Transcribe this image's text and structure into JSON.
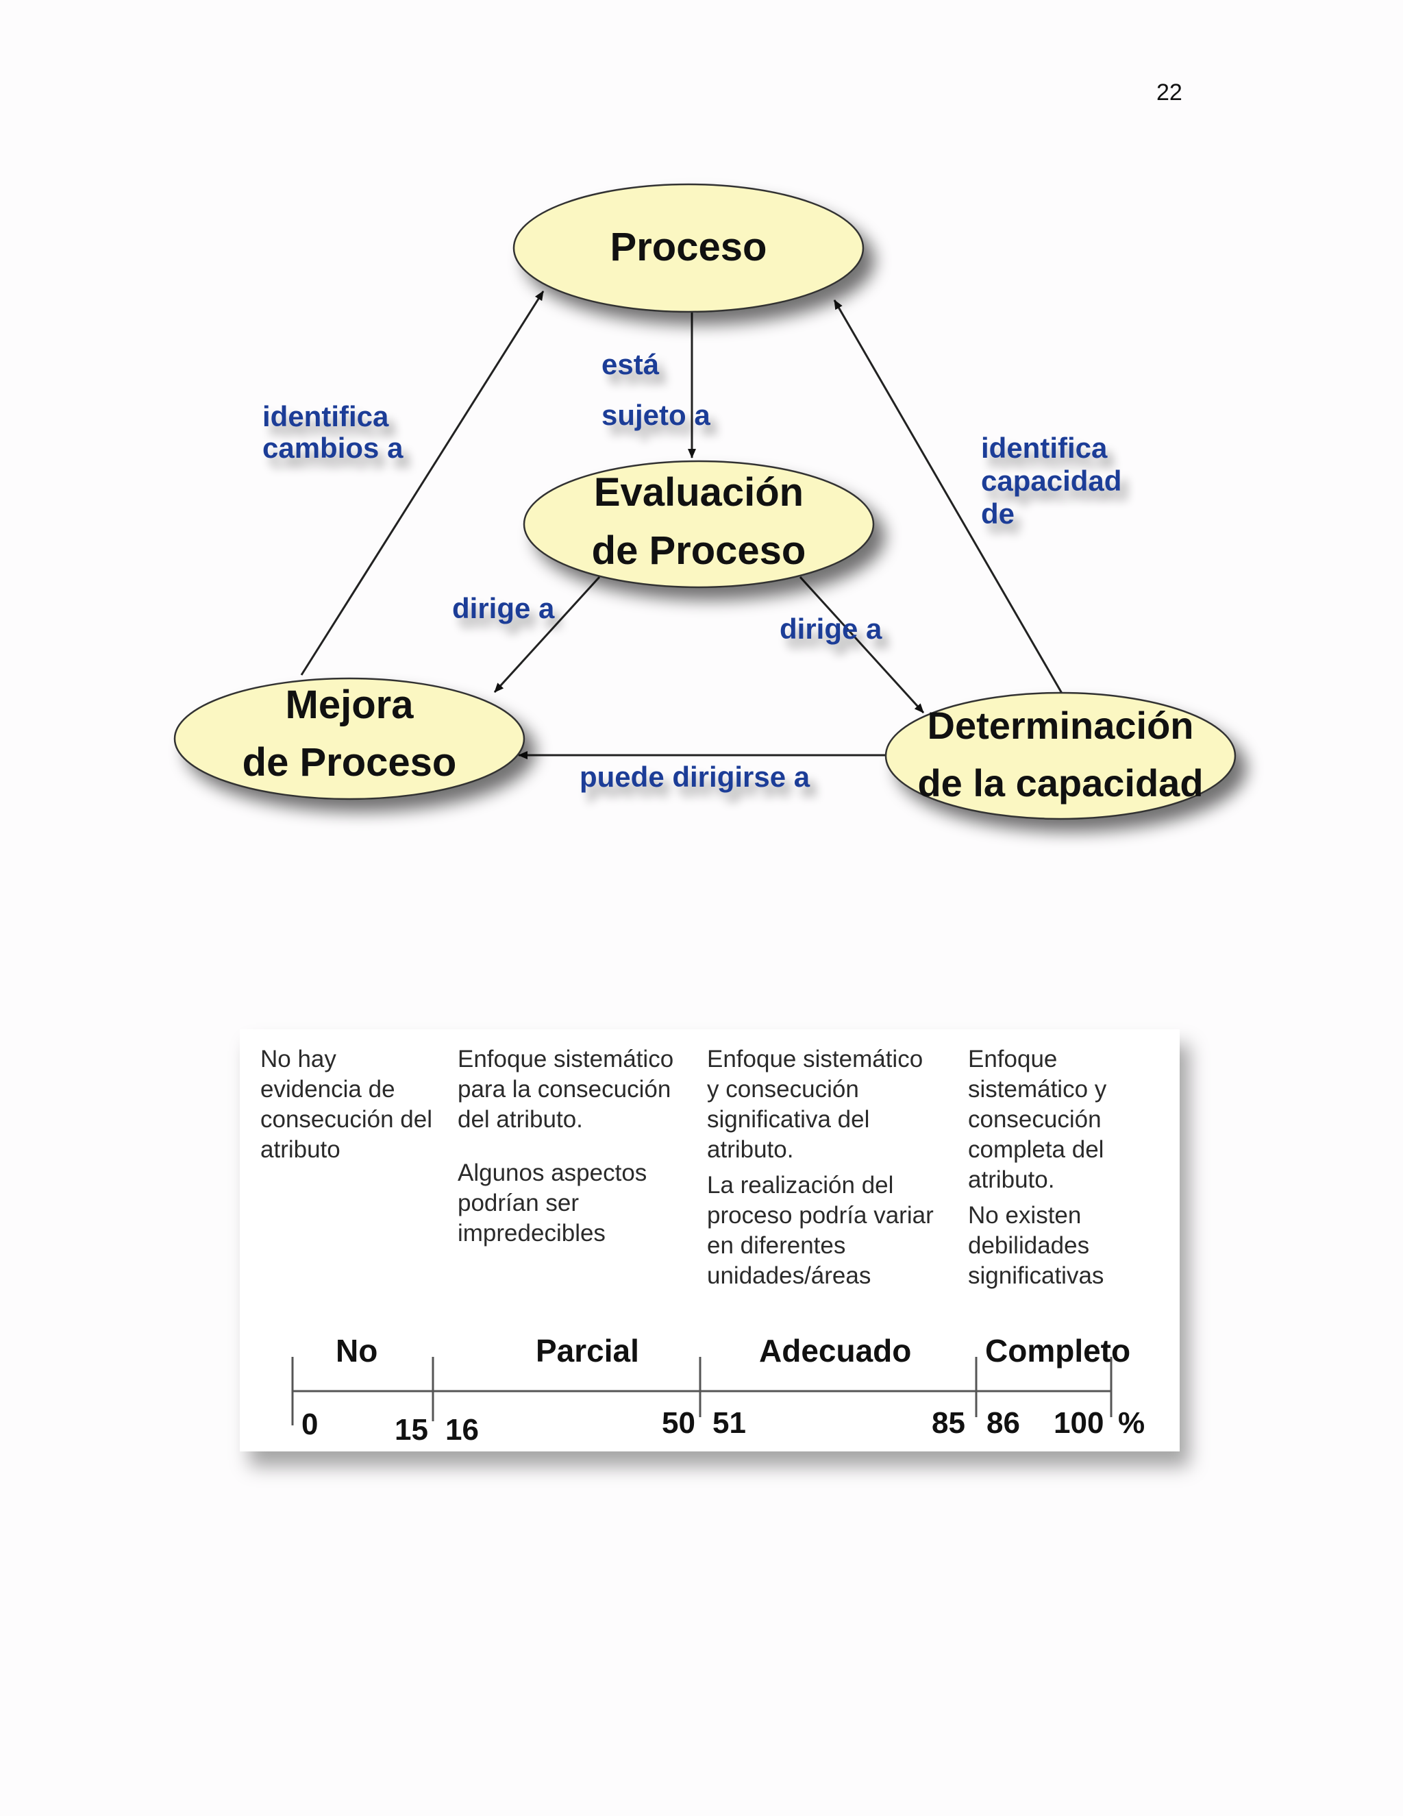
{
  "page_number": "22",
  "diagram": {
    "nodes": {
      "proceso": [
        "Proceso"
      ],
      "evaluacion": [
        "Evaluación",
        "de Proceso"
      ],
      "mejora": [
        "Mejora",
        "de Proceso"
      ],
      "determinacion": [
        "Determinación",
        "de la capacidad"
      ]
    },
    "edge_labels": {
      "esta": "está",
      "sujeto": "sujeto a",
      "identifica_cambios": [
        "identifica",
        "cambios a"
      ],
      "identifica_capacidad": [
        "identifica",
        "capacidad",
        "de"
      ],
      "dirige_left": "dirige a",
      "dirige_right": "dirige a",
      "puede": "puede dirigirse a"
    },
    "colors": {
      "node_fill": "#fbf7c2",
      "edge_text": "#1f3d97"
    }
  },
  "scale": {
    "columns": [
      {
        "paragraphs": [
          "No hay\nevidencia de\nconsecución del\natributo"
        ]
      },
      {
        "paragraphs": [
          "Enfoque sistemático\npara la consecución\ndel atributo.",
          "Algunos aspectos\npodrían ser\nimpredecibles"
        ]
      },
      {
        "paragraphs": [
          "Enfoque sistemático\ny consecución\nsignificativa del\natributo.",
          "La realización del\nproceso podría variar\nen diferentes\nunidades/áreas"
        ]
      },
      {
        "paragraphs": [
          "Enfoque\nsistemático y\nconsecución\ncompleta del\natributo.",
          "No existen\ndebilidades\nsignificativas"
        ]
      }
    ],
    "levels": [
      "No",
      "Parcial",
      "Adecuado",
      "Completo"
    ],
    "ticks": [
      "0",
      "15",
      "16",
      "50",
      "51",
      "85",
      "86",
      "100",
      "%"
    ]
  }
}
